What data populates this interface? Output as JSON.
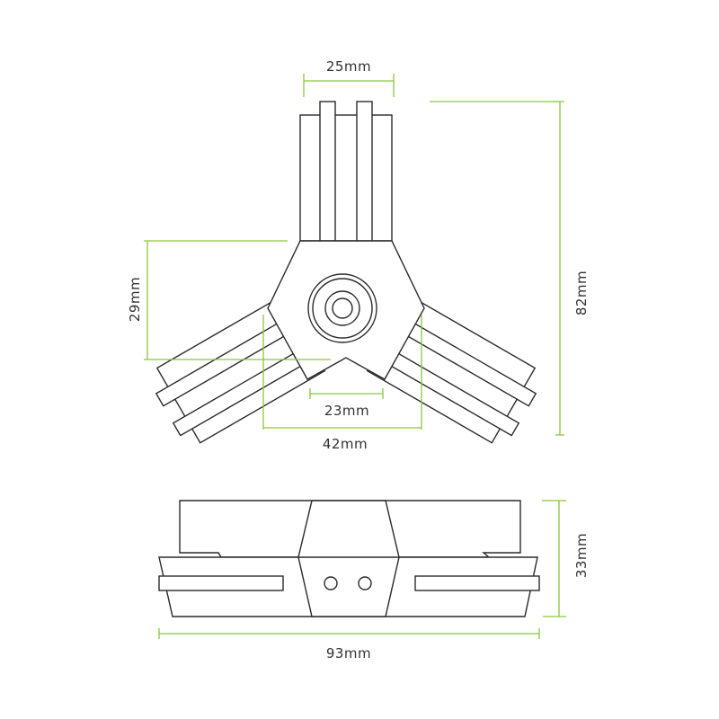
{
  "colors": {
    "outline": "#2a2a2a",
    "dimension": "#8cc63f",
    "label": "#333333",
    "background": "#ffffff"
  },
  "dimensions": {
    "top_width": "25mm",
    "total_height": "82mm",
    "arm_height": "29mm",
    "inner_width": "23mm",
    "outer_width": "42mm",
    "side_height": "33mm",
    "total_width": "93mm"
  }
}
